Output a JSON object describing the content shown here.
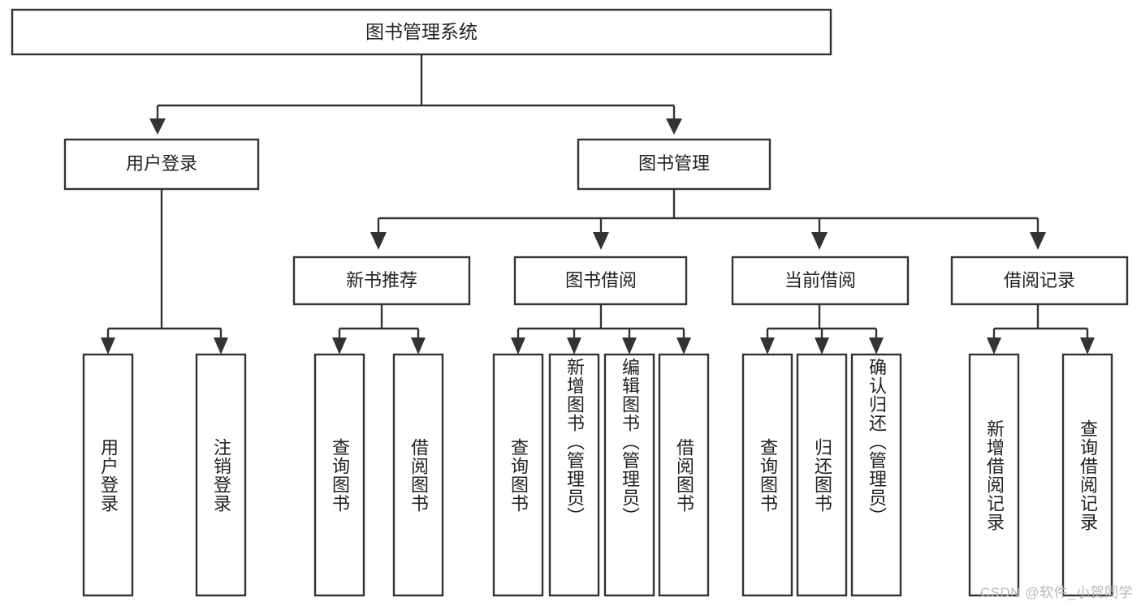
{
  "diagram": {
    "type": "tree-hierarchy",
    "title": "图书管理系统",
    "orientation": "top-down",
    "colors": {
      "stroke": "#333333",
      "box_fill": "#ffffff",
      "text": "#222222",
      "background": "#ffffff",
      "watermark": "#b8b8b8"
    },
    "root": {
      "label": "图书管理系统"
    },
    "level2": [
      {
        "label": "用户登录"
      },
      {
        "label": "图书管理"
      }
    ],
    "level3": [
      {
        "label": "新书推荐"
      },
      {
        "label": "图书借阅"
      },
      {
        "label": "当前借阅"
      },
      {
        "label": "借阅记录"
      }
    ],
    "leaves": {
      "user_login": [
        {
          "label": "用户登录"
        },
        {
          "label": "注销登录"
        }
      ],
      "new_book": [
        {
          "label": "查询图书"
        },
        {
          "label": "借阅图书"
        }
      ],
      "book_borrow": [
        {
          "label": "查询图书"
        },
        {
          "label": "新增图书（管理员）"
        },
        {
          "label": "编辑图书（管理员）"
        },
        {
          "label": "借阅图书"
        }
      ],
      "current_borrow": [
        {
          "label": "查询图书"
        },
        {
          "label": "归还图书"
        },
        {
          "label": "确认归还（管理员）"
        }
      ],
      "borrow_record": [
        {
          "label": "新增借阅记录"
        },
        {
          "label": "查询借阅记录"
        }
      ]
    }
  },
  "watermark": {
    "text": "CSDN @软件_小贺同学"
  }
}
